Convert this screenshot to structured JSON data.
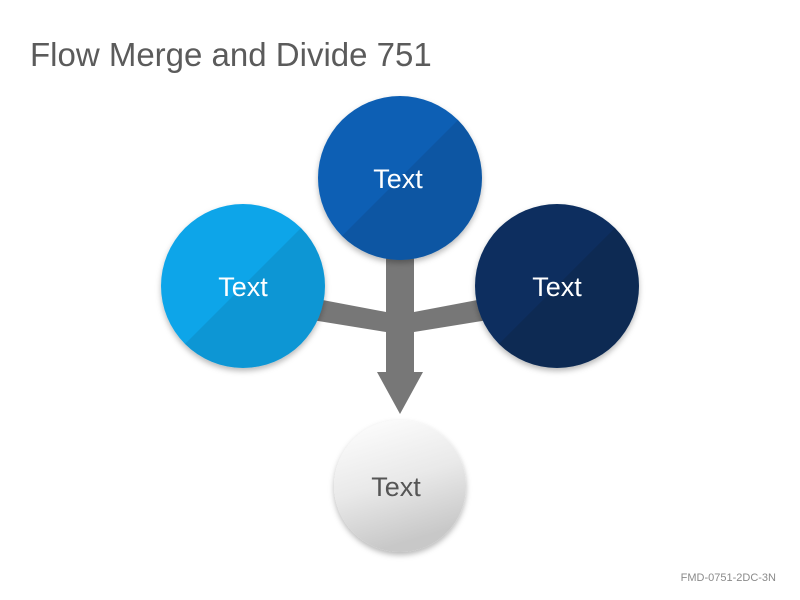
{
  "slide": {
    "title": "Flow Merge and Divide 751",
    "footer_code": "FMD-0751-2DC-3N"
  },
  "nodes": {
    "top": {
      "label": "Text",
      "color": "#0a5fb4"
    },
    "left": {
      "label": "Text",
      "color": "#0ea5e9"
    },
    "right": {
      "label": "Text",
      "color": "#0a2f5f"
    },
    "bottom": {
      "label": "Text",
      "color": "#e6e6e6"
    }
  },
  "connector": {
    "color": "#777777"
  }
}
